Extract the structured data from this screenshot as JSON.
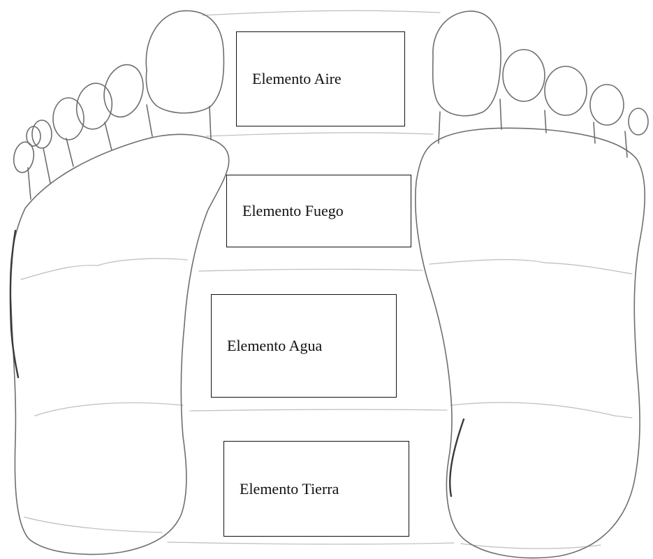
{
  "zones": {
    "aire": "Elemento Aire",
    "fuego": "Elemento Fuego",
    "agua": "Elemento Agua",
    "tierra": "Elemento Tierra"
  },
  "colors": {
    "sketch_line": "#6e6e6e",
    "box_border": "#111111",
    "guide_line": "#bdbdbd"
  }
}
